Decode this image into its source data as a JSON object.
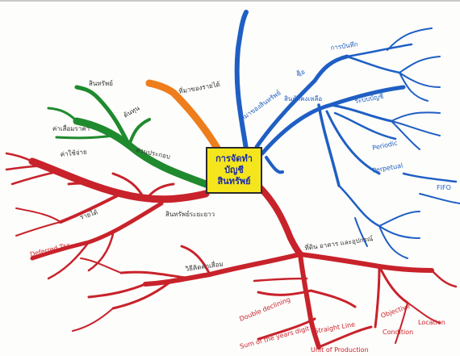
{
  "colors": {
    "red": "#c8222b",
    "blue": "#1f5fc4",
    "green": "#1f8a2e",
    "orange": "#ee7d1c",
    "center_fill": "#f5e51d",
    "center_text": "#1c2da8"
  },
  "center": {
    "line1": "การจัดทำ",
    "line2": "บัญชี",
    "line3": "สินทรัพย์"
  },
  "branches": {
    "blue_main": "ที่มาของสินทรัพย์",
    "blue_sub1": "ซื้อ",
    "blue_sub2": "สินค้าคงเหลือ",
    "blue_sub3": "ระบบบัญชี",
    "blue_sub4": "การบันทึก",
    "orange_main": "ที่มาของรายได้",
    "green_main": "ส่วนประกอบ",
    "green_sub1": "สินทรัพย์",
    "green_sub2": "ต้นทุน",
    "green_sub3": "ค่าเสื่อมราคา",
    "red_main": "สินทรัพย์ระยะยาว",
    "red_sub1": "ค่าใช้จ่าย",
    "red_sub2": "รายได้",
    "red_sub3": "วิธีคิดค่าเสื่อม",
    "red_sub4": "ที่ดิน อาคาร และอุปกรณ์"
  },
  "english_labels": {
    "periodic": "Periodic",
    "perpetual": "Perpetual",
    "fifo": "FIFO",
    "deferred_tax": "Deferred Tax",
    "double_declining": "Double declining",
    "straight_line": "Straight Line",
    "sum_of_years": "Sum of the years digit",
    "units_of_production": "Unit of Production",
    "objective": "Objective",
    "condition": "Condition",
    "location": "Location"
  }
}
